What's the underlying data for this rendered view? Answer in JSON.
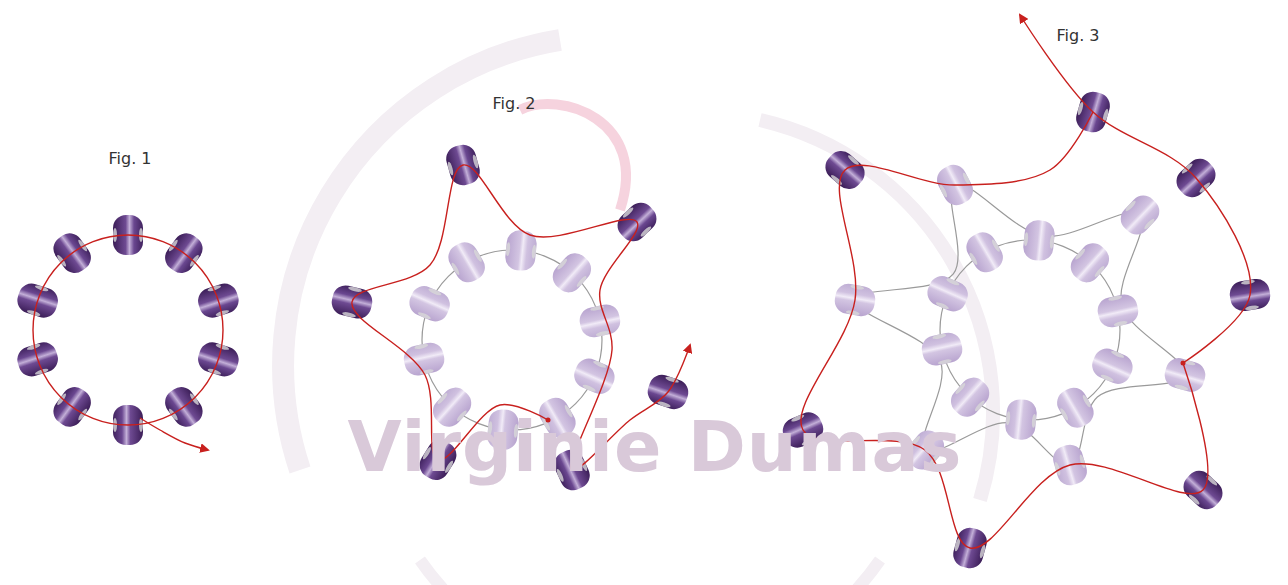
{
  "diagram": {
    "labels": [
      "Fig. 1",
      "Fig. 2",
      "Fig. 3",
      "Virginie Dumas"
    ]
  }
}
